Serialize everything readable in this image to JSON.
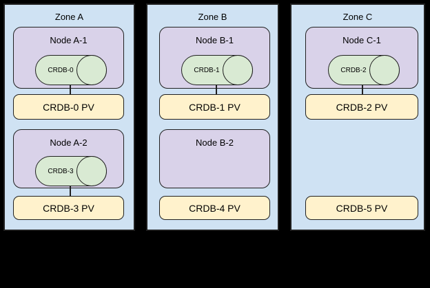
{
  "colors": {
    "background": "#000000",
    "zone_fill": "#cfe2f3",
    "node_fill": "#d9d2e9",
    "pod_fill": "#d9ead3",
    "pv_fill": "#fff2cc",
    "border": "#1f1f1f"
  },
  "zones": [
    {
      "label": "Zone A",
      "items": [
        {
          "node_label": "Node A-1",
          "pod_label": "CRDB-0",
          "pv_label": "CRDB-0 PV",
          "connected": true
        },
        {
          "node_label": "Node A-2",
          "pod_label": "CRDB-3",
          "pv_label": "CRDB-3 PV",
          "connected": true
        }
      ]
    },
    {
      "label": "Zone B",
      "items": [
        {
          "node_label": "Node B-1",
          "pod_label": "CRDB-1",
          "pv_label": "CRDB-1 PV",
          "connected": true
        },
        {
          "node_label": "Node B-2",
          "pod_label": null,
          "pv_label": "CRDB-4 PV",
          "connected": false
        }
      ]
    },
    {
      "label": "Zone C",
      "items": [
        {
          "node_label": "Node C-1",
          "pod_label": "CRDB-2",
          "pv_label": "CRDB-2 PV",
          "connected": true
        },
        {
          "node_label": null,
          "pod_label": null,
          "pv_label": "CRDB-5 PV",
          "connected": false
        }
      ]
    }
  ]
}
